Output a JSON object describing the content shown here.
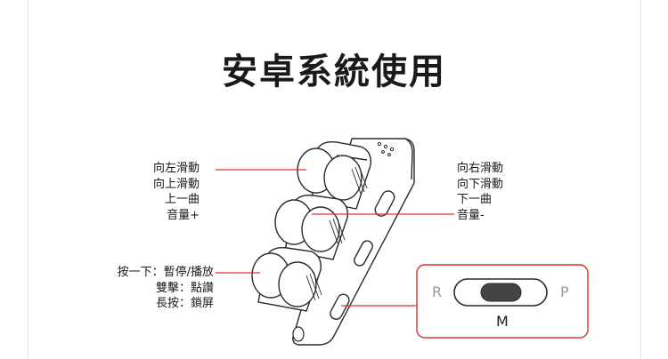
{
  "title": "安卓系統使用",
  "left_labels": {
    "knob_group": [
      "向左滑動",
      "向上滑動",
      "上一曲",
      "音量+"
    ],
    "press_group": [
      "按一下：暫停/播放",
      "雙擊：點讚",
      "長按：鎖屏"
    ]
  },
  "right_labels": {
    "knob_group": [
      "向右滑動",
      "向下滑動",
      "下一曲",
      "音量-"
    ]
  },
  "mode_switch": {
    "left": "R",
    "right": "P",
    "selected": "M"
  },
  "colors": {
    "callout_line": "#d9332b",
    "outline": "#2a2a2a",
    "switch_box": "#d9332b",
    "knob_fill": "#ffffff"
  }
}
